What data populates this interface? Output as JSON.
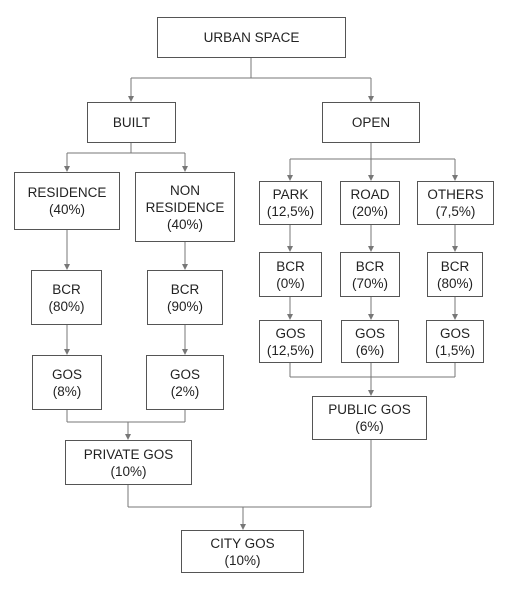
{
  "colors": {
    "border": "#555555",
    "connector": "#777777",
    "text": "#222222",
    "background": "#ffffff"
  },
  "nodes": {
    "urban_space": {
      "lines": [
        "URBAN SPACE"
      ]
    },
    "built": {
      "lines": [
        "BUILT"
      ]
    },
    "open": {
      "lines": [
        "OPEN"
      ]
    },
    "residence": {
      "lines": [
        "RESIDENCE",
        "(40%)"
      ]
    },
    "non_residence": {
      "lines": [
        "NON",
        "RESIDENCE",
        "(40%)"
      ]
    },
    "park": {
      "lines": [
        "PARK",
        "(12,5%)"
      ]
    },
    "road": {
      "lines": [
        "ROAD",
        "(20%)"
      ]
    },
    "others": {
      "lines": [
        "OTHERS",
        "(7,5%)"
      ]
    },
    "bcr_residence": {
      "lines": [
        "BCR",
        "(80%)"
      ]
    },
    "bcr_non_residence": {
      "lines": [
        "BCR",
        "(90%)"
      ]
    },
    "bcr_park": {
      "lines": [
        "BCR",
        "(0%)"
      ]
    },
    "bcr_road": {
      "lines": [
        "BCR",
        "(70%)"
      ]
    },
    "bcr_others": {
      "lines": [
        "BCR",
        "(80%)"
      ]
    },
    "gos_park": {
      "lines": [
        "GOS",
        "(12,5%)"
      ]
    },
    "gos_road": {
      "lines": [
        "GOS",
        "(6%)"
      ]
    },
    "gos_others": {
      "lines": [
        "GOS",
        "(1,5%)"
      ]
    },
    "gos_residence": {
      "lines": [
        "GOS",
        "(8%)"
      ]
    },
    "gos_non_residence": {
      "lines": [
        "GOS",
        "(2%)"
      ]
    },
    "public_gos": {
      "lines": [
        "PUBLIC GOS",
        "(6%)"
      ]
    },
    "private_gos": {
      "lines": [
        "PRIVATE GOS",
        "(10%)"
      ]
    },
    "city_gos": {
      "lines": [
        "CITY GOS",
        "(10%)"
      ]
    }
  }
}
